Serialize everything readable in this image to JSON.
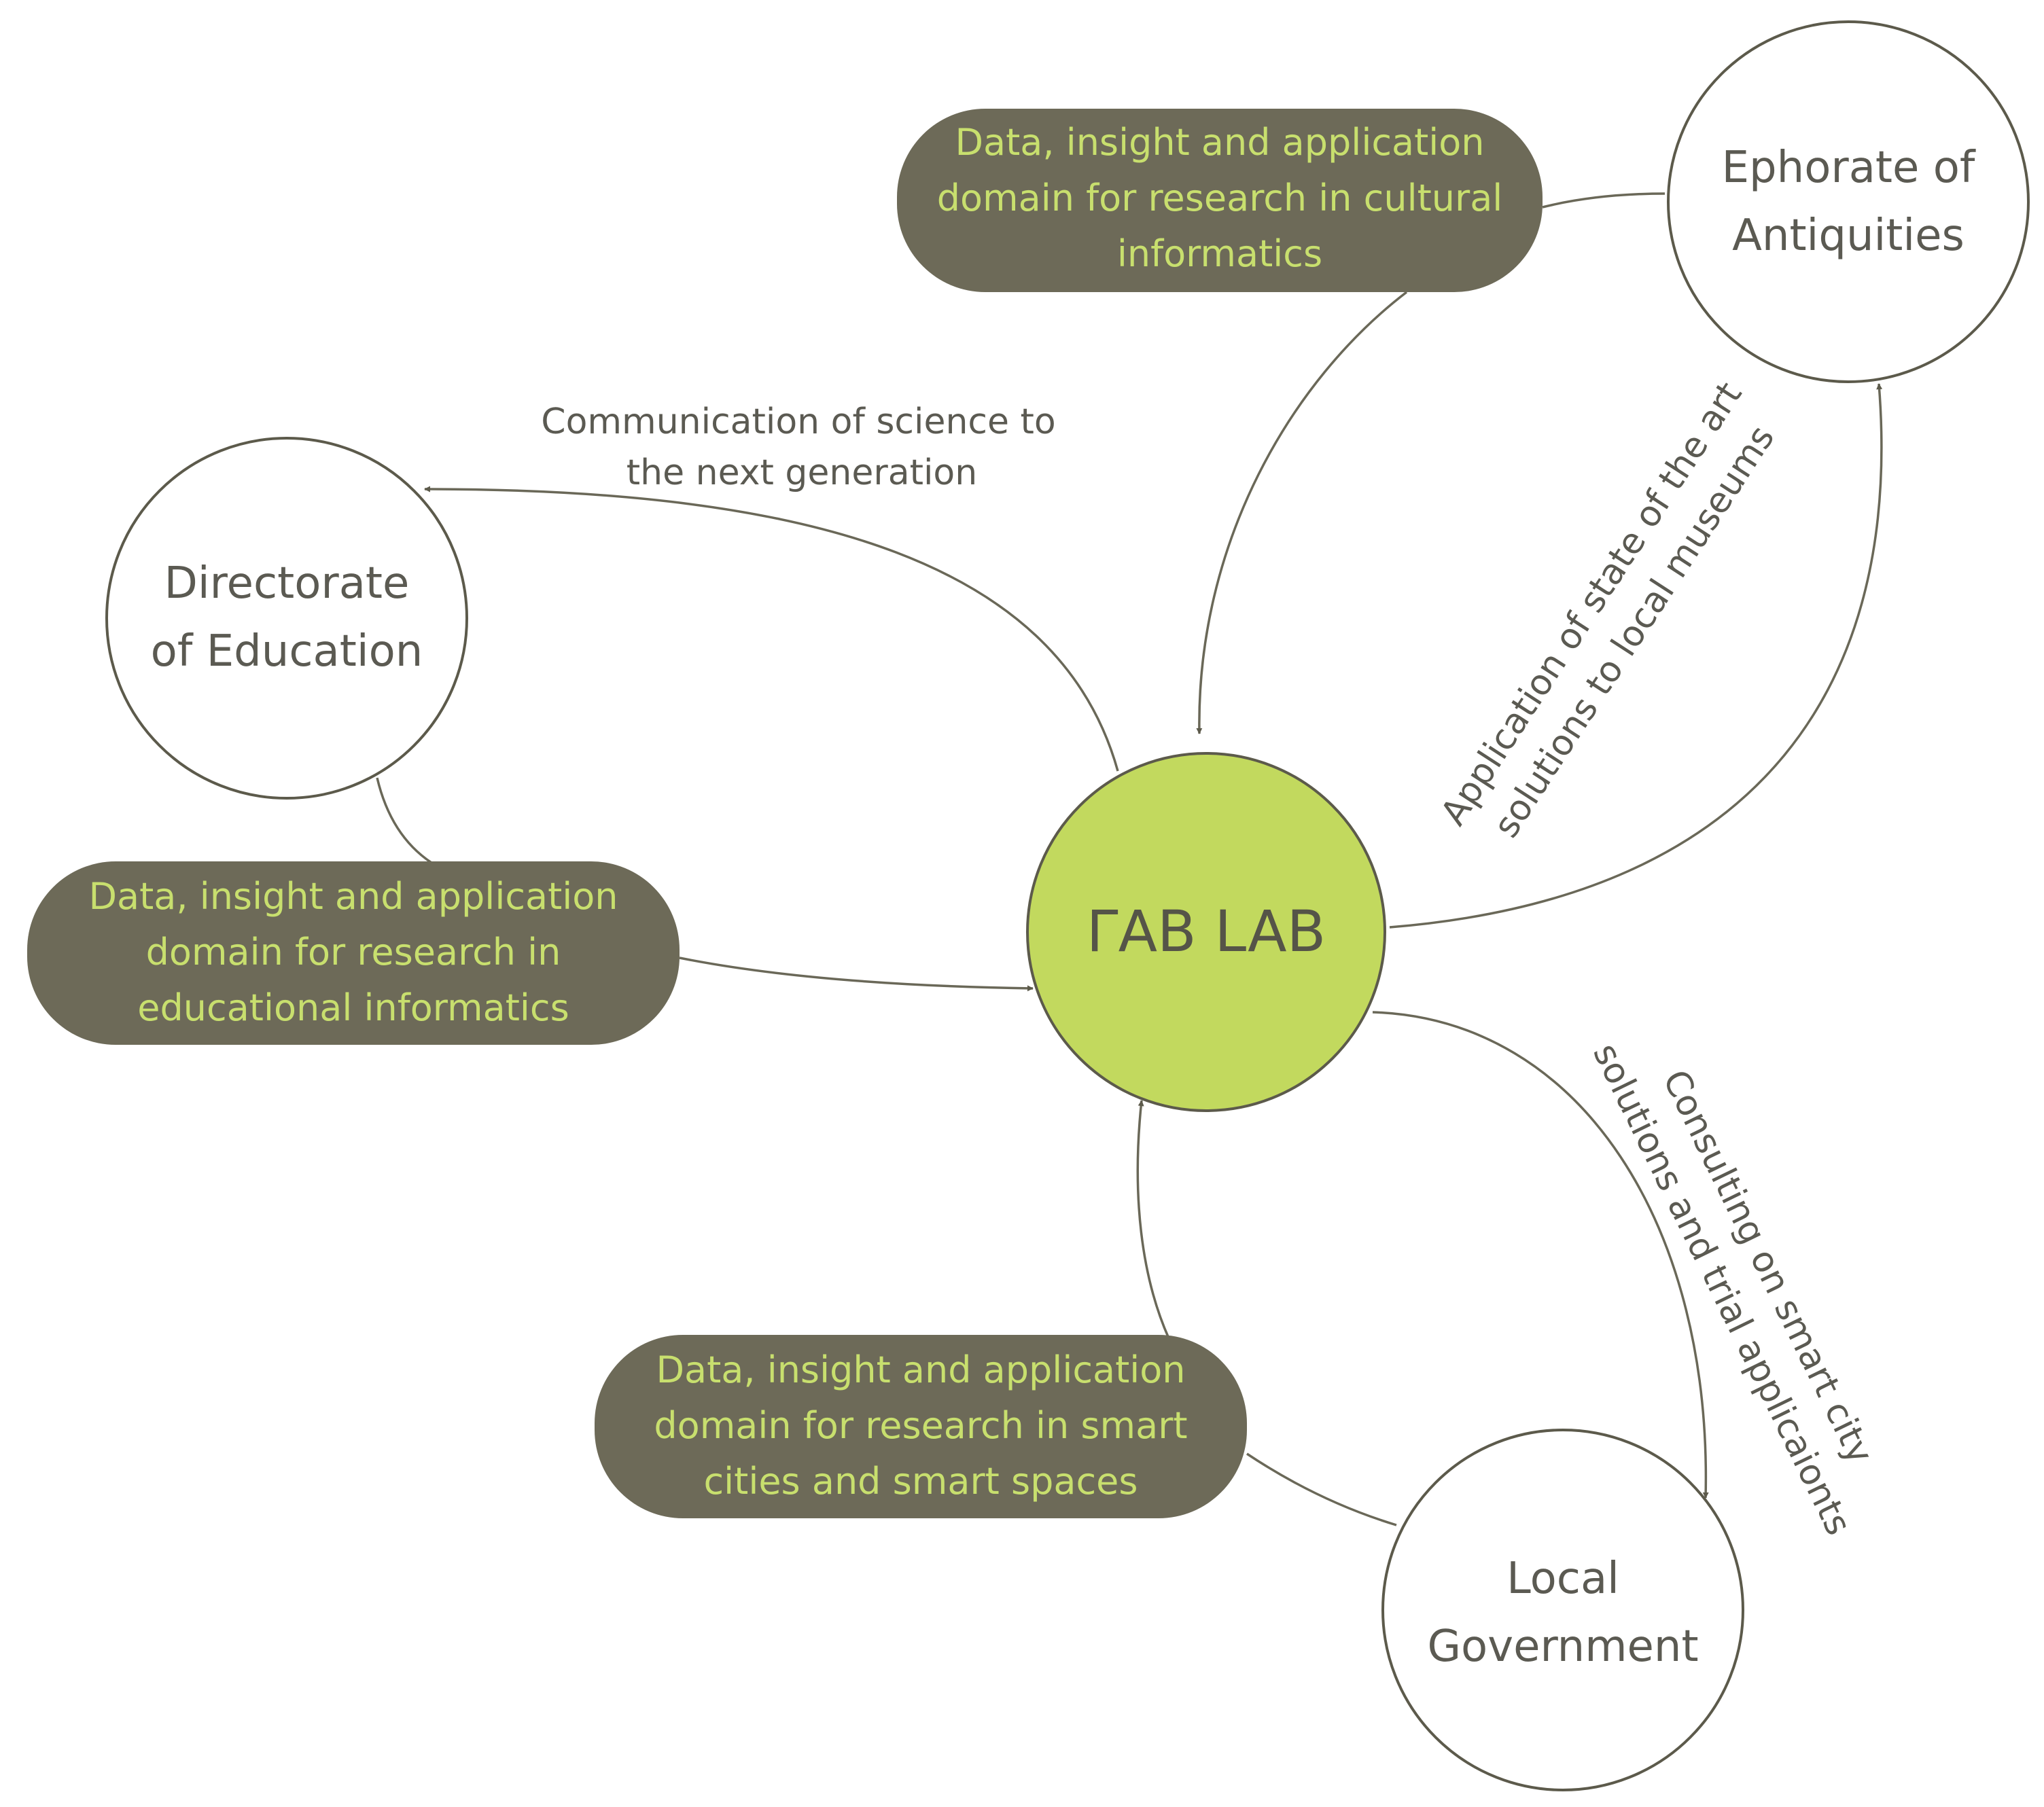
{
  "colors": {
    "hub_fill": "#c2d95e",
    "pill_fill": "#6d6a58",
    "pill_text": "#c8df6e",
    "node_text": "#5b5a52",
    "stroke": "#5c5a4b"
  },
  "hub": {
    "label": "ΓAB LAB"
  },
  "nodes": {
    "ephorate": {
      "line1": "Ephorate of",
      "line2": "Antiquities"
    },
    "directorate": {
      "line1": "Directorate",
      "line2": "of Education"
    },
    "local_gov": {
      "line1": "Local",
      "line2": "Government"
    }
  },
  "boxes": {
    "cultural": {
      "line1": "Data, insight and application",
      "line2": "domain for research in cultural",
      "line3": "informatics"
    },
    "educational": {
      "line1": "Data, insight and application",
      "line2": "domain for research in",
      "line3": "educational informatics"
    },
    "smart": {
      "line1": "Data, insight and application",
      "line2": "domain for research in smart",
      "line3": "cities and smart spaces"
    }
  },
  "edge_labels": {
    "communication": {
      "line1": "Communication of science to",
      "line2": "the next generation"
    },
    "museums": {
      "line1": "Application of state of the art",
      "line2": "solutions to local museums"
    },
    "consulting": {
      "line1": "Consulting on smart city",
      "line2": "solutions and trial applicaionts"
    }
  }
}
